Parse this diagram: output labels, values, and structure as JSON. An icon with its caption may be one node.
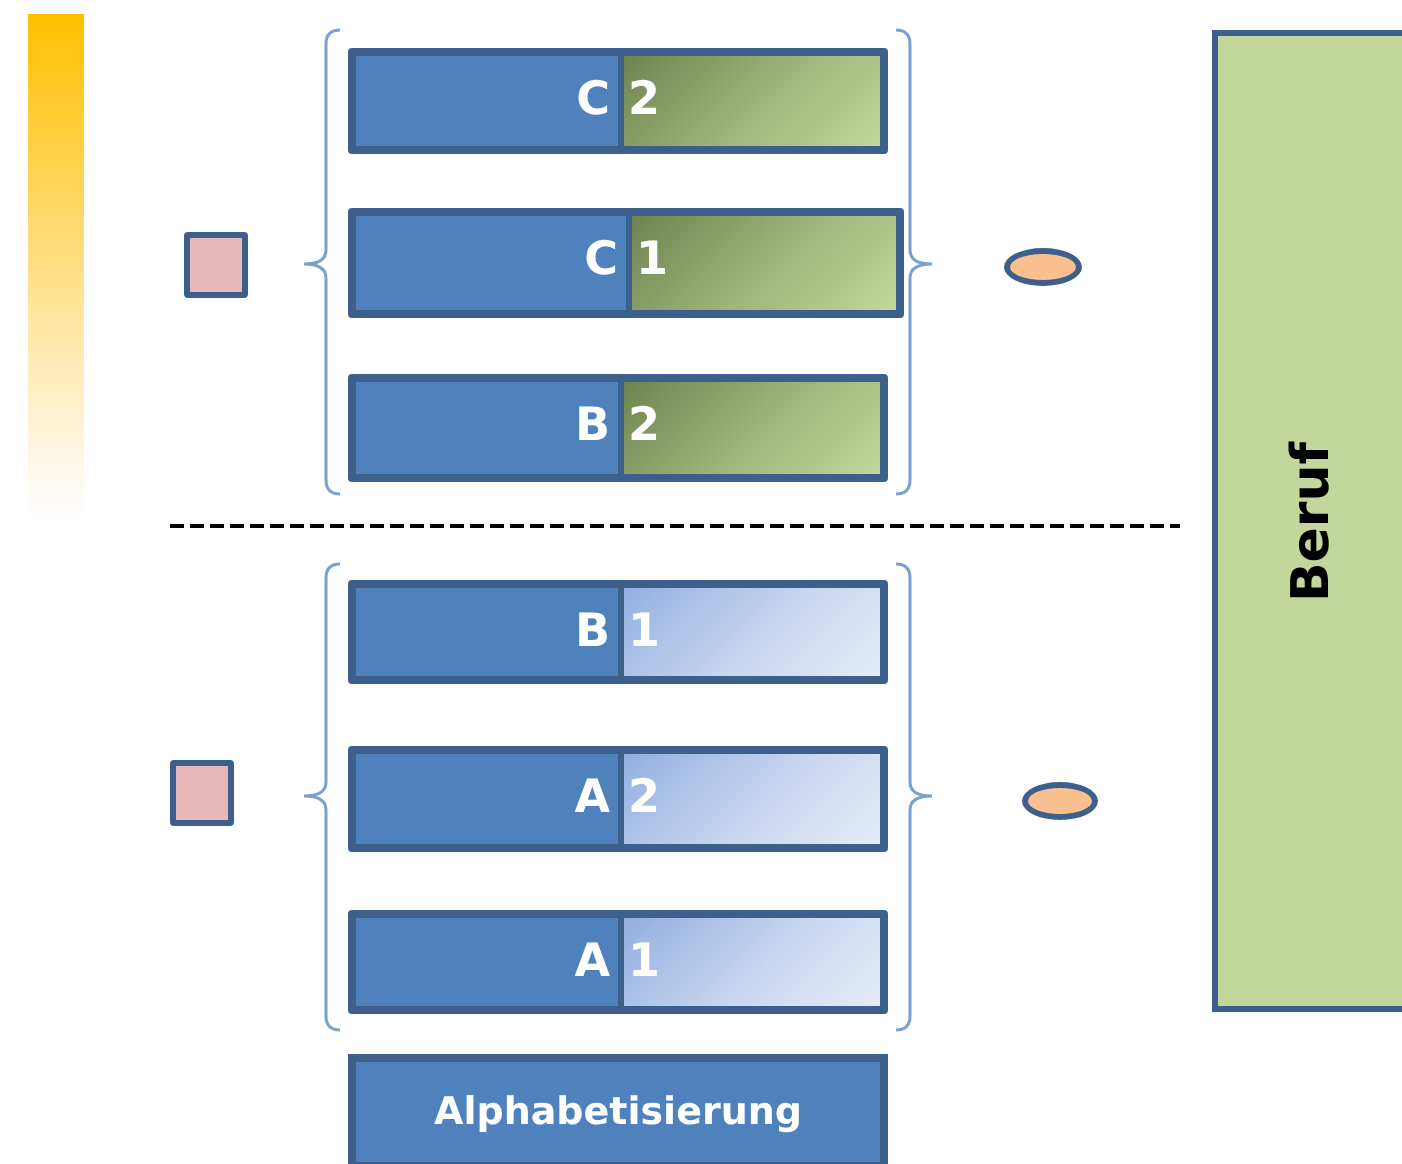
{
  "diagram": {
    "nodes": [
      {
        "text": [],
        "shape": "bar"
      },
      {
        "text": [
          "C",
          "2"
        ]
      },
      {
        "text": [
          "C",
          "1"
        ]
      },
      {
        "text": [
          "B",
          "2"
        ]
      },
      {
        "text": [],
        "shape": "box"
      },
      {
        "text": [],
        "shape": "ellipse"
      },
      {
        "text": [
          "Beruf"
        ]
      },
      {
        "text": [
          "B",
          "1"
        ]
      },
      {
        "text": [
          "A",
          "2"
        ]
      },
      {
        "text": [
          "A",
          "1"
        ]
      },
      {
        "text": [],
        "shape": "box"
      },
      {
        "text": [],
        "shape": "ellipse"
      },
      {
        "text": [
          "Alphabetisierung"
        ]
      }
    ]
  }
}
